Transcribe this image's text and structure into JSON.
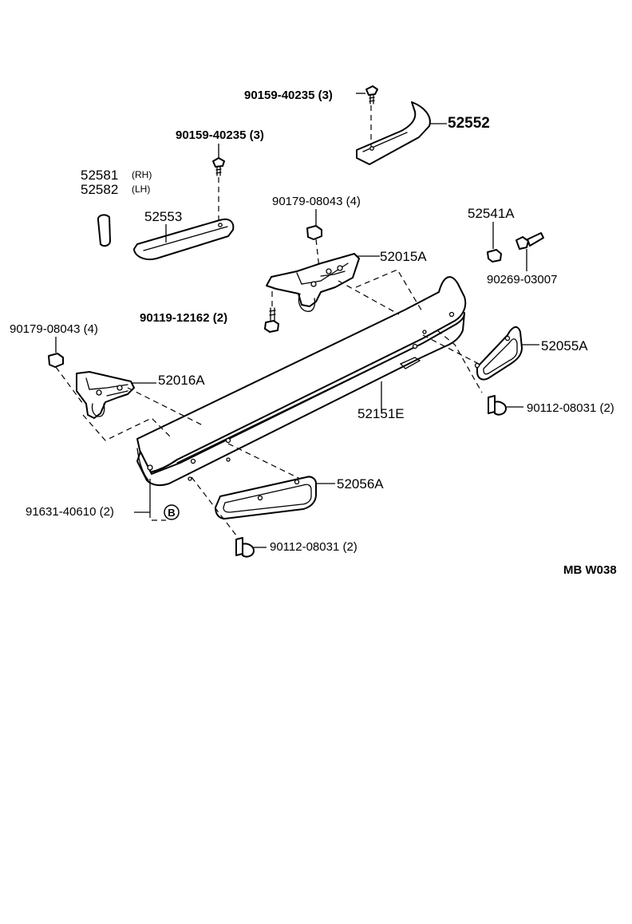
{
  "labels": {
    "bolt_top_right": "90159-40235 (3)",
    "part_52552": "52552",
    "bolt_top_left": "90159-40235 (3)",
    "part_52581": "52581",
    "part_52581_side": "(RH)",
    "part_52582": "52582",
    "part_52582_side": "(LH)",
    "part_52553": "52553",
    "nut_upper": "90179-08043 (4)",
    "part_52015A": "52015A",
    "part_52541A": "52541A",
    "part_90269": "90269-03007",
    "bolt_90119": "90119-12162 (2)",
    "nut_left": "90179-08043 (4)",
    "part_52016A": "52016A",
    "part_52055A": "52055A",
    "part_52151E": "52151E",
    "screw_right": "90112-08031 (2)",
    "part_52056A": "52056A",
    "clip_91631": "91631-40610 (2)",
    "ref_b": "B",
    "screw_bottom": "90112-08031 (2)",
    "diagram_code": "MB  W038"
  }
}
